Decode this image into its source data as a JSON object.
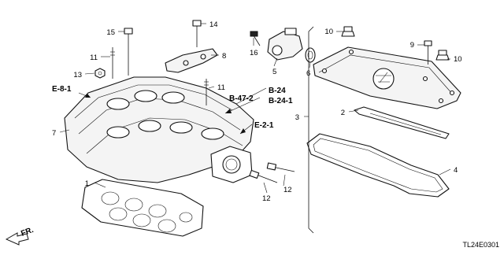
{
  "diagram": {
    "callouts": [
      "1",
      "2",
      "3",
      "4",
      "5",
      "6",
      "7",
      "8",
      "9",
      "10",
      "10",
      "11",
      "11",
      "12",
      "12",
      "13",
      "14",
      "15",
      "16"
    ],
    "references": [
      "E-8-1",
      "B-47-2",
      "B-24",
      "B-24-1",
      "E-2-1"
    ],
    "front_label": "FR.",
    "diagram_code": "TL24E0301"
  }
}
